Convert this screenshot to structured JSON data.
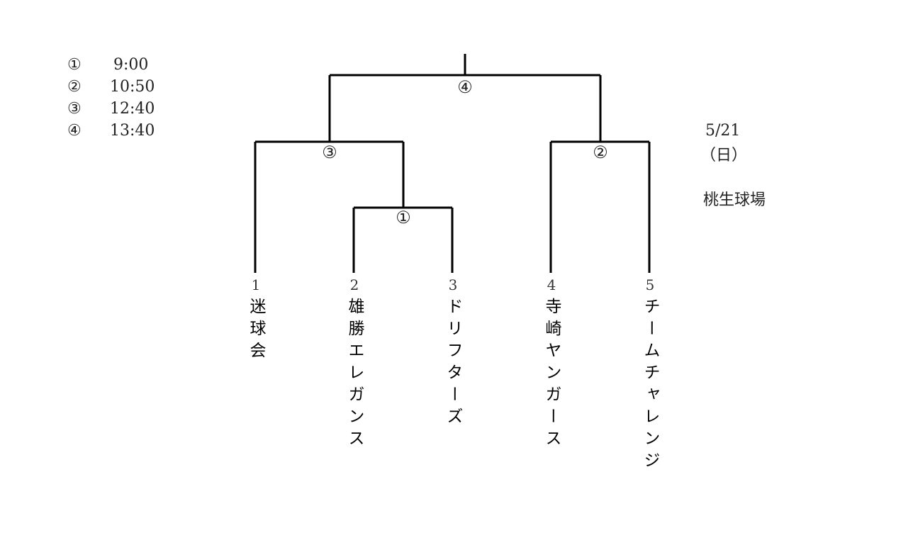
{
  "schedule": [
    {
      "match": "①",
      "time": "9:00"
    },
    {
      "match": "②",
      "time": "10:50"
    },
    {
      "match": "③",
      "time": "12:40"
    },
    {
      "match": "④",
      "time": "13:40"
    }
  ],
  "matches": {
    "m1": "①",
    "m2": "②",
    "m3": "③",
    "m4": "④"
  },
  "teams": [
    {
      "seed": "1",
      "name": "迷球会"
    },
    {
      "seed": "2",
      "name": "雄勝エレガンス"
    },
    {
      "seed": "3",
      "name": "ドリフターズ"
    },
    {
      "seed": "4",
      "name": "寺崎ヤンガース"
    },
    {
      "seed": "5",
      "name": "チームチャレンジ"
    }
  ],
  "info": {
    "date": "5/21",
    "weekday": "（日）",
    "venue": "桃生球場"
  }
}
